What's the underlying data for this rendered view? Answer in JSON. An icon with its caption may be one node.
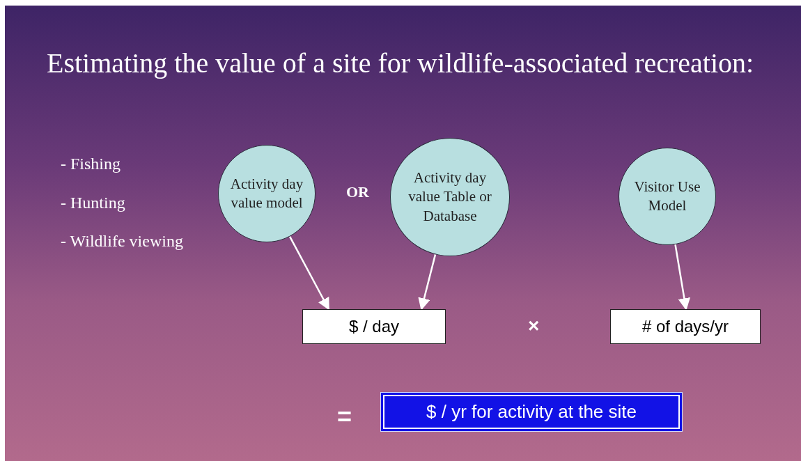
{
  "diagram": {
    "title": "Estimating the value of a site for wildlife-associated recreation:",
    "nodes": [
      {
        "text": [
          "Activity day value model"
        ]
      },
      {
        "text": [
          "Activity day value Table or Database"
        ]
      },
      {
        "text": [
          "Visitor Use Model"
        ]
      },
      {
        "text": [
          "$ / day"
        ]
      },
      {
        "text": [
          "# of days/yr"
        ]
      },
      {
        "text": [
          "$ / yr for activity at the site"
        ]
      }
    ],
    "edges": [
      {
        "from": 0,
        "to": 3,
        "arrow": "to"
      },
      {
        "from": 1,
        "to": 3,
        "arrow": "to"
      },
      {
        "from": 2,
        "to": 4,
        "arrow": "to"
      }
    ],
    "labels": [
      "- Fishing",
      "- Hunting",
      "- Wildlife viewing",
      "OR",
      "×",
      "="
    ]
  }
}
